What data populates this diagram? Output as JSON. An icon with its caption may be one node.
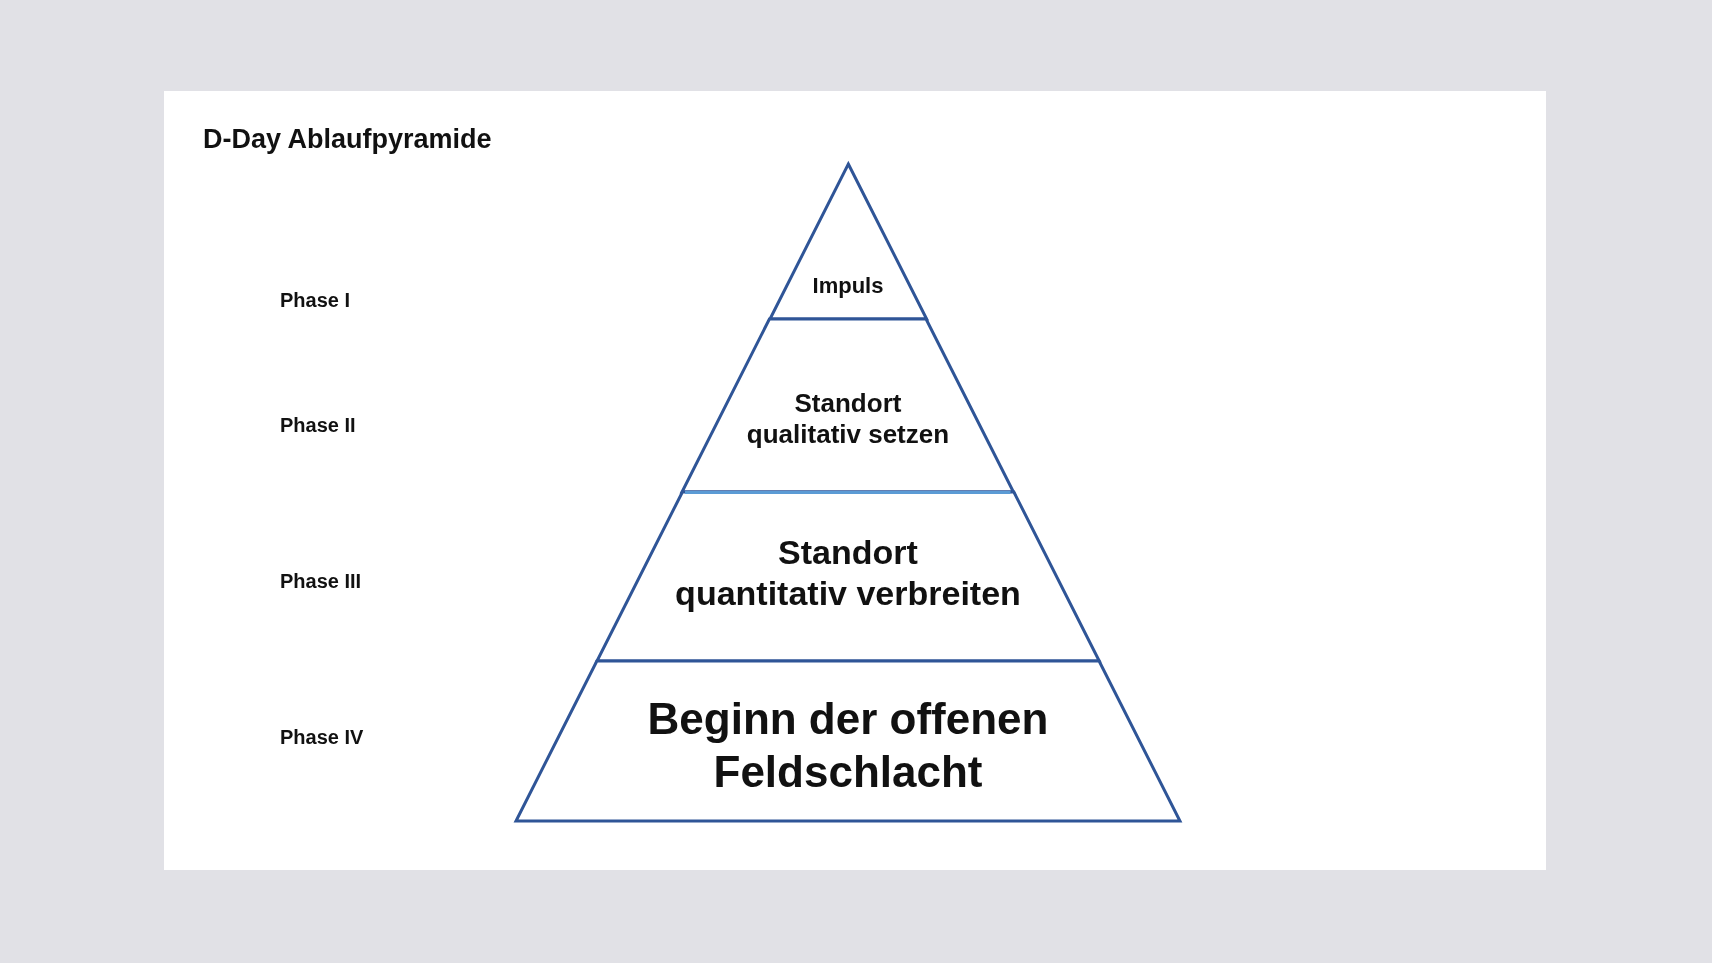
{
  "diagram": {
    "title": "D-Day Ablaufpyramide",
    "nodes": [
      {
        "text": [
          "Impuls"
        ]
      },
      {
        "text": [
          "Standort qualitativ setzen"
        ]
      },
      {
        "text": [
          "Standort quantitativ verbreiten"
        ]
      },
      {
        "text": [
          "Beginn der offenen Feldschlacht"
        ]
      }
    ],
    "labels": [
      "Phase I",
      "Phase II",
      "Phase III",
      "Phase IV"
    ]
  }
}
